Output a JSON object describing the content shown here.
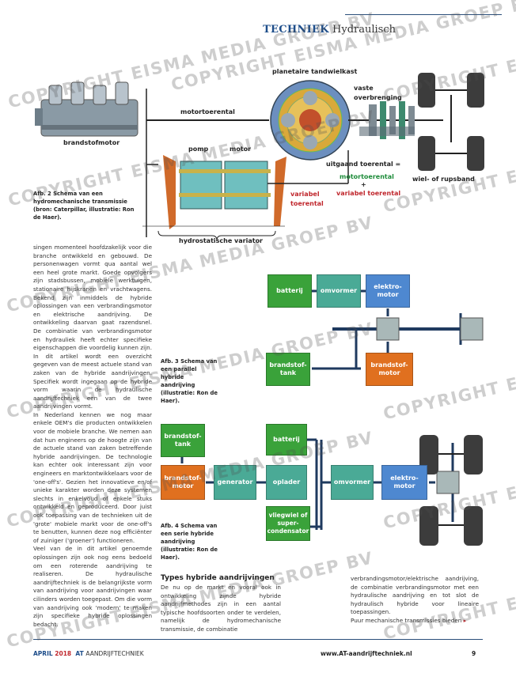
{
  "header": {
    "kicker": "TECHNIEK",
    "section": "Hydraulisch"
  },
  "figure2": {
    "labels": {
      "engine": "brandstofmotor",
      "engine_speed": "motortoerental",
      "planetary": "planetaire tandwielkast",
      "fixed_gear": "vaste overbrenging",
      "pump": "pomp",
      "motor": "motor",
      "output_speed": "uitgaand toerental =",
      "motor_speed": "motortoerental",
      "plus": "+",
      "variable_speed": "variabel toerental",
      "variable": "variabel toerental",
      "wheel": "wiel- of rupsband",
      "variator": "hydrostatische variator"
    },
    "caption": "Afb. 2 Schema van een hydromechanische transmissie (bron: Caterpillar, illustratie: Ron de Haer)."
  },
  "figure3": {
    "boxes": {
      "battery": "batterij",
      "inverter": "omvormer",
      "emotor": "elektro-motor",
      "tank": "brandstof-tank",
      "engine": "brandstof-motor"
    },
    "caption": "Afb. 3 Schema van een parallel hybride aandrijving (illustratie: Ron de Haer)."
  },
  "figure4": {
    "boxes": {
      "tank": "brandstof-tank",
      "battery": "batterij",
      "engine": "brandstof-motor",
      "generator": "generator",
      "charger": "oplader",
      "inverter": "omvormer",
      "emotor": "elektro-motor",
      "flywheel": "vliegwiel of super-condensator"
    },
    "caption": "Afb. 4 Schema van een serie hybride aandrijving (illustratie: Ron de Haer)."
  },
  "article": {
    "col1": [
      "singen momenteel hoofdzakelijk voor die branche ontwikkeld en gebouwd. De personenwagen vormt qua aantal wel een heel grote markt. Goede opvolgers zijn stadsbussen, mobiele werktuigen, stationaire hijskranen en vrachtwagens. Bekend zijn inmiddels de hybride oplossingen van een verbrandingsmotor en elektrische aandrijving. De ontwikkeling daarvan gaat razendsnel. De combinatie van verbrandingsmotor en hydrauliek heeft echter specifieke eigenschappen die voordelig kunnen zijn. In dit artikel wordt een overzicht gegeven van de meest actuele stand van zaken van de hybride aandrijvingen. Specifiek wordt ingegaan op de hybride vorm waarin de hydraulische aandrijftechniek een van de twee aandrijvingen vormt.",
      "In Nederland kennen we nog maar enkele OEM's die producten ontwikkelen voor de mobiele branche. We nemen aan dat hun engineers op de hoogte zijn van de actuele stand van zaken betreffende hybride aandrijvingen. De technologie kan echter ook interessant zijn voor engineers en marktontwikkelaars voor de 'one-off's'. Gezien het innovatieve en/of unieke karakter worden deze systemen slechts in enkelvoud of enkele stuks ontwikkeld en geproduceerd. Door juist ook toepassing van de technieken uit de 'grote' mobiele markt voor de one-off's te benutten, kunnen deze nog efficiënter of zuiniger ('groener') functioneren.",
      "Veel van de in dit artikel genoemde oplossingen zijn ook nog eens bedoeld om een roterende aandrijving te realiseren. De hydraulische aandrijftechniek is de belangrijkste vorm van aandrijving voor aandrijvingen waar cilinders worden toegepast. Om die vorm van aandrijving ook 'modern' te maken zijn specifieke hybride oplossingen bedacht."
    ],
    "section_title": "Types hybride aandrijvingen",
    "col2": "De nu op de markt en vooral ook in ontwikkeling zijnde hybride aandrijfmethodes zijn in een aantal typische hoofdsoorten onder te verdelen, namelijk de hydromechanische transmissie, de combinatie",
    "col3": "verbrandingsmotor/elektrische aandrijving, de combinatie verbrandingsmotor met een hydraulische aandrijving en tot slot de hydraulisch hybride voor lineaire toepassingen.",
    "col3b": "Puur mechanische transmissies bieden",
    "continue_arrow": "▸"
  },
  "footer": {
    "month": "APRIL",
    "year": "2018",
    "brand_a": "AT",
    "brand_b": "AANDRIJFTECHNIEK",
    "url": "www.AT-aandrijftechniek.nl",
    "page": "9"
  },
  "watermark": "COPYRIGHT EISMA MEDIA GROEP BV",
  "colors": {
    "accent": "#1d4d8a",
    "red": "#c0272d",
    "green": "#1e8c3a",
    "box_green": "#3aa23a",
    "box_teal": "#4aaa96",
    "box_blue": "#4e88d0",
    "box_orange": "#e0701f",
    "link_navy": "#1f3a5f"
  }
}
